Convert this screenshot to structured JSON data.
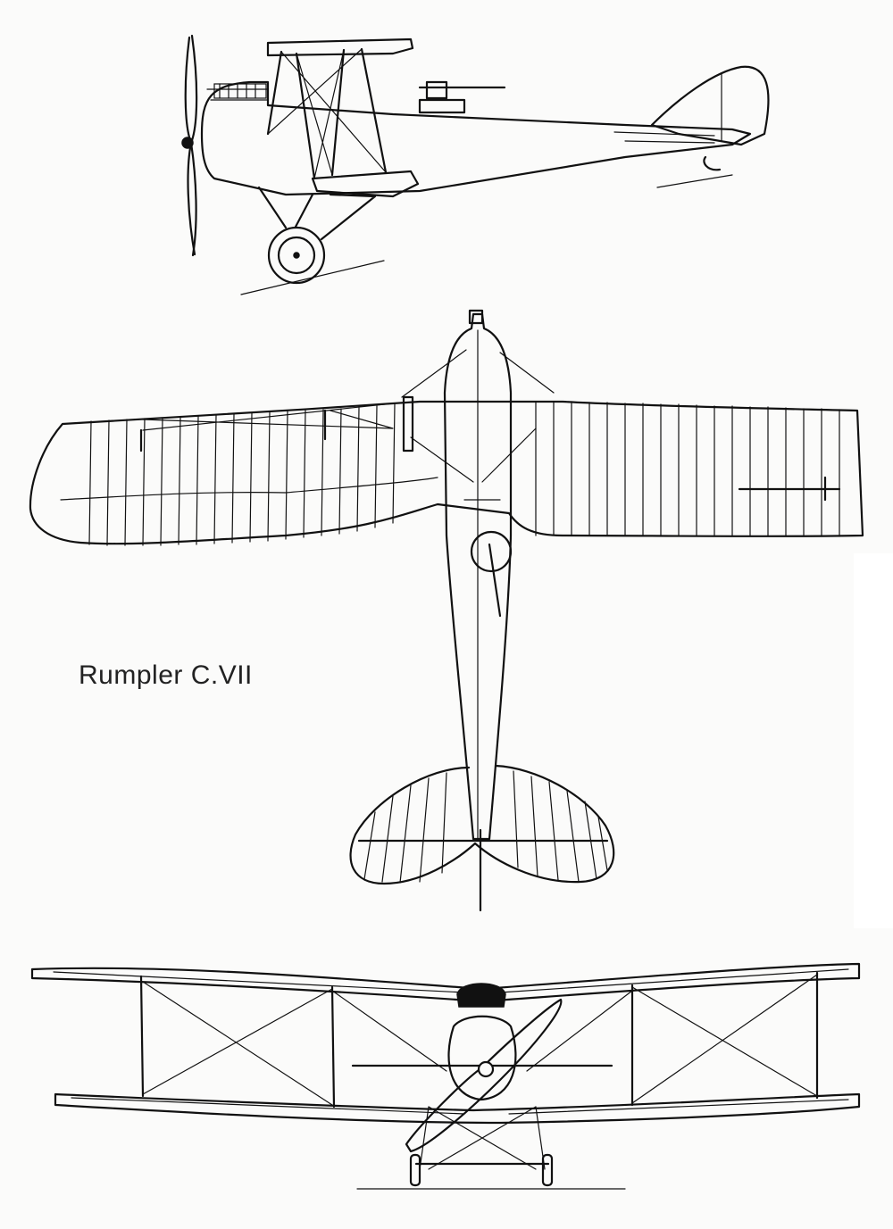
{
  "caption": "Rumpler C.VII",
  "views": [
    "side-view",
    "top-view",
    "front-view"
  ]
}
